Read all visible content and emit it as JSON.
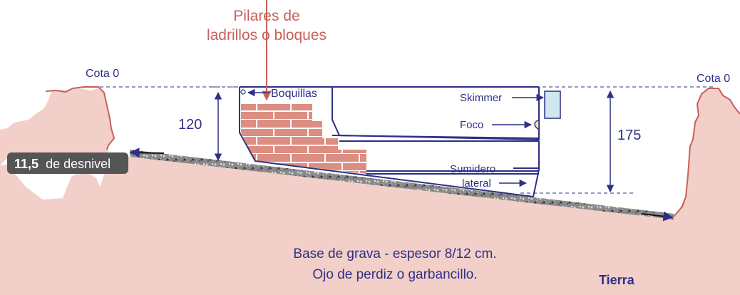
{
  "labels": {
    "pillars_line1": "Pilares de",
    "pillars_line2": "ladrillos o bloques",
    "cota_left": "Cota 0",
    "cota_right": "Cota 0",
    "boquillas": "Boquillas",
    "skimmer": "Skimmer",
    "foco": "Foco",
    "sumidero_line1": "Sumidero",
    "sumidero_line2": "lateral",
    "dim_120": "120",
    "dim_175": "175",
    "slope_value": "11,5",
    "slope_text": "de desnivel",
    "base_line1": "Base de grava - espesor 8/12 cm.",
    "base_line2": "Ojo de perdiz o garbancillo.",
    "tierra": "Tierra"
  },
  "colors": {
    "earth_fill": "#f2cfc8",
    "earth_stroke": "#c8605a",
    "pool_line": "#2e2f86",
    "brick_fill": "#dc8e82",
    "brick_line": "#ffffff",
    "pillar_text": "#c8605a",
    "skimmer_fill": "#cfe7ef",
    "label_bg": "#555555",
    "gravel": "#6e6e6e"
  }
}
